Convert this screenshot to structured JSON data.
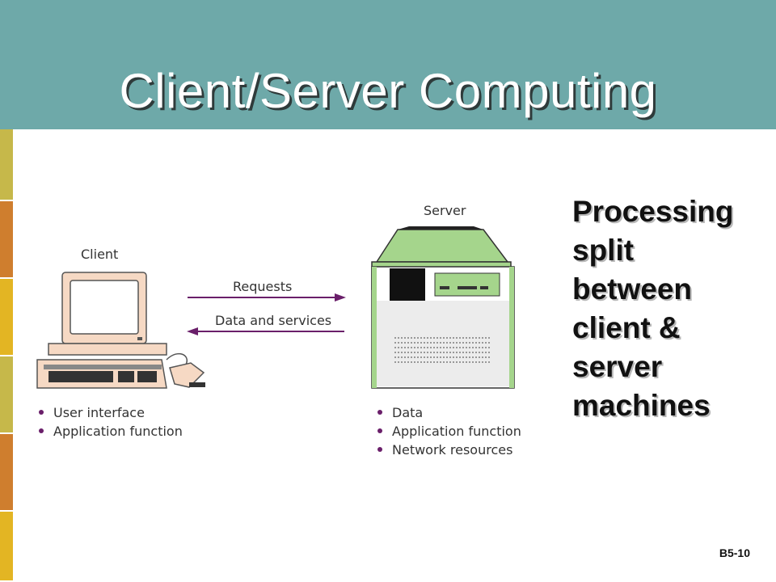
{
  "slide": {
    "title": "Client/Server Computing",
    "caption_lines": [
      "Processing",
      "split",
      "between",
      "client &",
      "server",
      "machines"
    ],
    "slide_number": "B5-10"
  },
  "diagram": {
    "client_label": "Client",
    "server_label": "Server",
    "arrow_request_label": "Requests",
    "arrow_response_label": "Data and services",
    "client_bullets": [
      "User interface",
      "Application function"
    ],
    "server_bullets": [
      "Data",
      "Application function",
      "Network resources"
    ]
  },
  "colors": {
    "header": "#6ea9a9",
    "sidebar": [
      "#c6b84a",
      "#cf7e2e",
      "#e3b523",
      "#c6b84a",
      "#cf7e2e",
      "#e3b523"
    ],
    "arrow": "#6a1f6a",
    "server_body": "#a5d58c",
    "client_body": "#f6d9c4"
  }
}
